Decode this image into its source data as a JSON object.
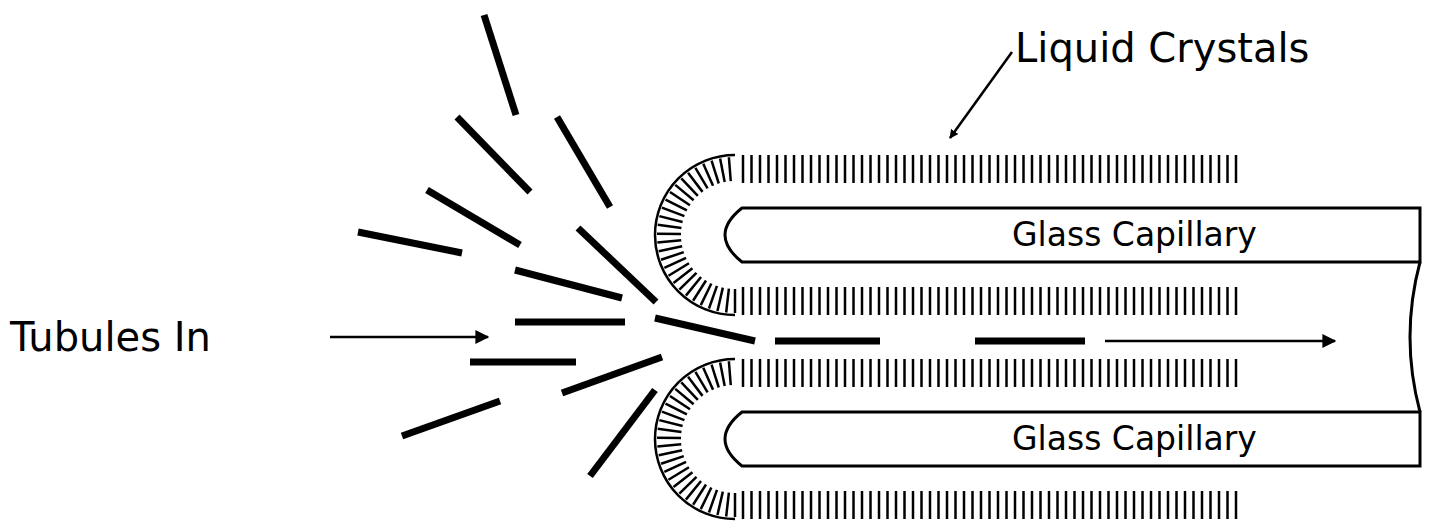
{
  "diagram": {
    "labels": [
      "Liquid Crystals",
      "Glass Capillary",
      "Glass Capillary",
      "Tubules In"
    ]
  }
}
